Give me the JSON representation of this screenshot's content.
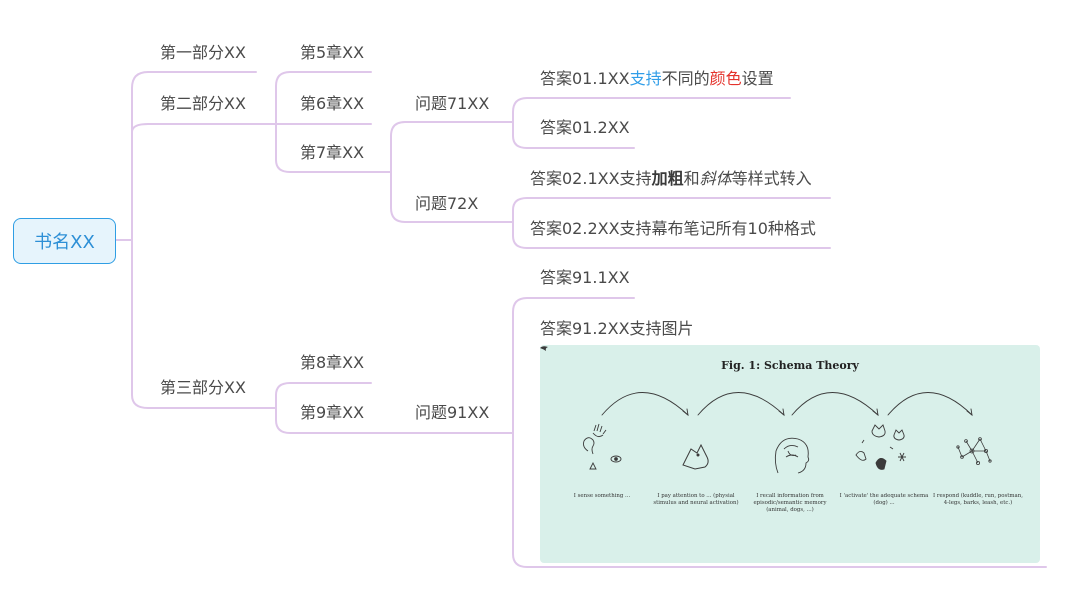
{
  "root": {
    "label": "书名XX"
  },
  "parts": [
    {
      "label": "第一部分XX"
    },
    {
      "label": "第二部分XX"
    },
    {
      "label": "第三部分XX"
    }
  ],
  "chapters": [
    {
      "label": "第5章XX"
    },
    {
      "label": "第6章XX"
    },
    {
      "label": "第7章XX"
    },
    {
      "label": "第8章XX"
    },
    {
      "label": "第9章XX"
    }
  ],
  "questions": [
    {
      "label": "问题71XX"
    },
    {
      "label": "问题72X"
    },
    {
      "label": "问题91XX"
    }
  ],
  "answers": {
    "a011": {
      "pre": "答案01.1XX",
      "blue": "支持",
      "mid": "不同的",
      "red": "颜色",
      "post": "设置"
    },
    "a012": {
      "label": "答案01.2XX"
    },
    "a021": {
      "pre": "答案02.1XX支持",
      "bold": "加粗",
      "mid": "和",
      "ital": "斜体",
      "post": "等样式转入"
    },
    "a022": {
      "label": "答案02.2XX支持幕布笔记所有10种格式"
    },
    "a911": {
      "label": "答案91.1XX"
    },
    "a912": {
      "label": "答案91.2XX支持图片"
    }
  },
  "figure": {
    "title": "Fig. 1: Schema Theory",
    "captions": [
      "I sense something ...",
      "I pay attention to ... (physial stimulus and neural activation)",
      "I recall information from episodic/semantic memory (animal, dogs, ...)",
      "I 'activate' the adequate schema (dog) ...",
      "I respond (kuddle, run, postman, 4-legs, barks, leash, etc.)"
    ],
    "colors": {
      "background": "#d9f0ea",
      "ink": "#3b3b3b"
    }
  },
  "colors": {
    "link": "#dfc7ea",
    "root_border": "#2f9ee4",
    "root_fill": "#e6f4fc",
    "highlight_blue": "#2f9de8",
    "highlight_red": "#e4322b"
  }
}
